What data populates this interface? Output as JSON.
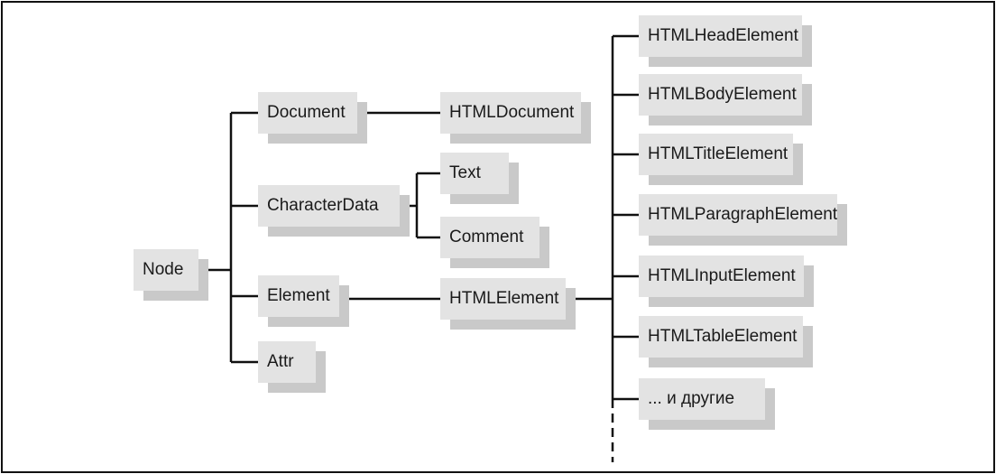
{
  "diagram": {
    "nodes": {
      "node": "Node",
      "document": "Document",
      "character_data": "CharacterData",
      "element": "Element",
      "attr": "Attr",
      "html_document": "HTMLDocument",
      "text": "Text",
      "comment": "Comment",
      "html_element": "HTMLElement",
      "html_head_element": "HTMLHeadElement",
      "html_body_element": "HTMLBodyElement",
      "html_title_element": "HTMLTitleElement",
      "html_paragraph_element": "HTMLParagraphElement",
      "html_input_element": "HTMLInputElement",
      "html_table_element": "HTMLTableElement",
      "others": "... и другие"
    },
    "edges": [
      [
        "node",
        "document"
      ],
      [
        "node",
        "character_data"
      ],
      [
        "node",
        "element"
      ],
      [
        "node",
        "attr"
      ],
      [
        "document",
        "html_document"
      ],
      [
        "character_data",
        "text"
      ],
      [
        "character_data",
        "comment"
      ],
      [
        "element",
        "html_element"
      ],
      [
        "html_element",
        "html_head_element"
      ],
      [
        "html_element",
        "html_body_element"
      ],
      [
        "html_element",
        "html_title_element"
      ],
      [
        "html_element",
        "html_paragraph_element"
      ],
      [
        "html_element",
        "html_input_element"
      ],
      [
        "html_element",
        "html_table_element"
      ],
      [
        "html_element",
        "others"
      ]
    ]
  }
}
